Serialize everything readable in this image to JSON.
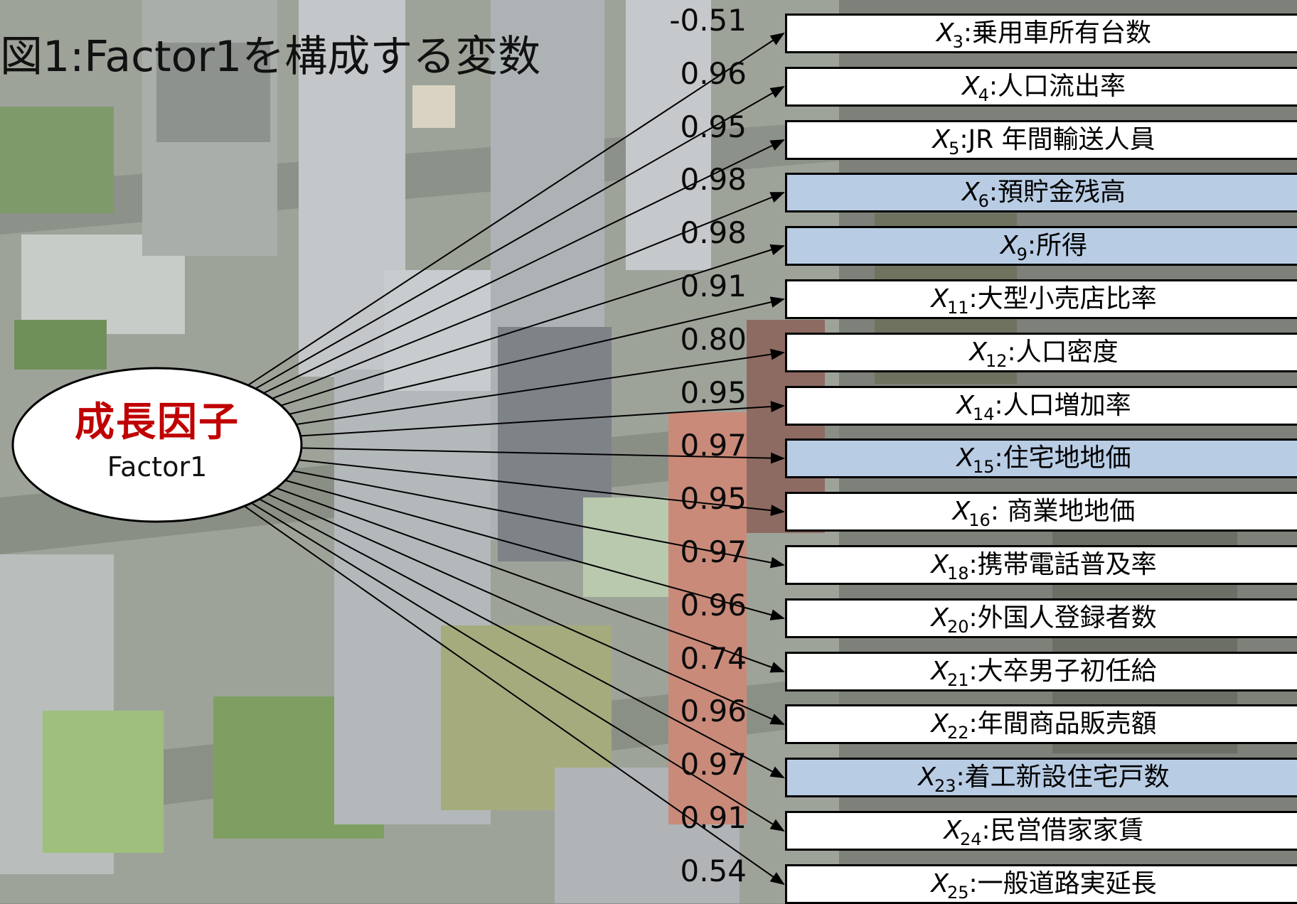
{
  "diagram": {
    "title": "図1:Factor1を構成する変数",
    "factor": {
      "name": "成長因子",
      "sub": "Factor1"
    },
    "edges": [
      {
        "loading": "-0.51",
        "var_symbol": "X",
        "var_sub": "3",
        "var_name": "乗用車所有台数",
        "highlighted": false
      },
      {
        "loading": "0.96",
        "var_symbol": "X",
        "var_sub": "4",
        "var_name": "人口流出率",
        "highlighted": false
      },
      {
        "loading": "0.95",
        "var_symbol": "X",
        "var_sub": "5",
        "var_name": "JR 年間輸送人員",
        "highlighted": false
      },
      {
        "loading": "0.98",
        "var_symbol": "X",
        "var_sub": "6",
        "var_name": "預貯金残高",
        "highlighted": true
      },
      {
        "loading": "0.98",
        "var_symbol": "X",
        "var_sub": "9",
        "var_name": "所得",
        "highlighted": true
      },
      {
        "loading": "0.91",
        "var_symbol": "X",
        "var_sub": "11",
        "var_name": "大型小売店比率",
        "highlighted": false
      },
      {
        "loading": "0.80",
        "var_symbol": "X",
        "var_sub": "12",
        "var_name": "人口密度",
        "highlighted": false
      },
      {
        "loading": "0.95",
        "var_symbol": "X",
        "var_sub": "14",
        "var_name": "人口増加率",
        "highlighted": false
      },
      {
        "loading": "0.97",
        "var_symbol": "X",
        "var_sub": "15",
        "var_name": "住宅地地価",
        "highlighted": true
      },
      {
        "loading": "0.95",
        "var_symbol": "X",
        "var_sub": "16",
        "var_name": " 商業地地価",
        "highlighted": false
      },
      {
        "loading": "0.97",
        "var_symbol": "X",
        "var_sub": "18",
        "var_name": "携帯電話普及率",
        "highlighted": false
      },
      {
        "loading": "0.96",
        "var_symbol": "X",
        "var_sub": "20",
        "var_name": "外国人登録者数",
        "highlighted": false
      },
      {
        "loading": "0.74",
        "var_symbol": "X",
        "var_sub": "21",
        "var_name": "大卒男子初任給",
        "highlighted": false
      },
      {
        "loading": "0.96",
        "var_symbol": "X",
        "var_sub": "22",
        "var_name": "年間商品販売額",
        "highlighted": false
      },
      {
        "loading": "0.97",
        "var_symbol": "X",
        "var_sub": "23",
        "var_name": "着工新設住宅戸数",
        "highlighted": true
      },
      {
        "loading": "0.91",
        "var_symbol": "X",
        "var_sub": "24",
        "var_name": "民営借家家賃",
        "highlighted": false
      },
      {
        "loading": "0.54",
        "var_symbol": "X",
        "var_sub": "25",
        "var_name": "一般道路実延長",
        "highlighted": false
      }
    ],
    "colors": {
      "factor_name": "#c00000",
      "box_fill": "#ffffff",
      "box_highlight": "#b8cce4",
      "arrow": "#000000"
    }
  }
}
